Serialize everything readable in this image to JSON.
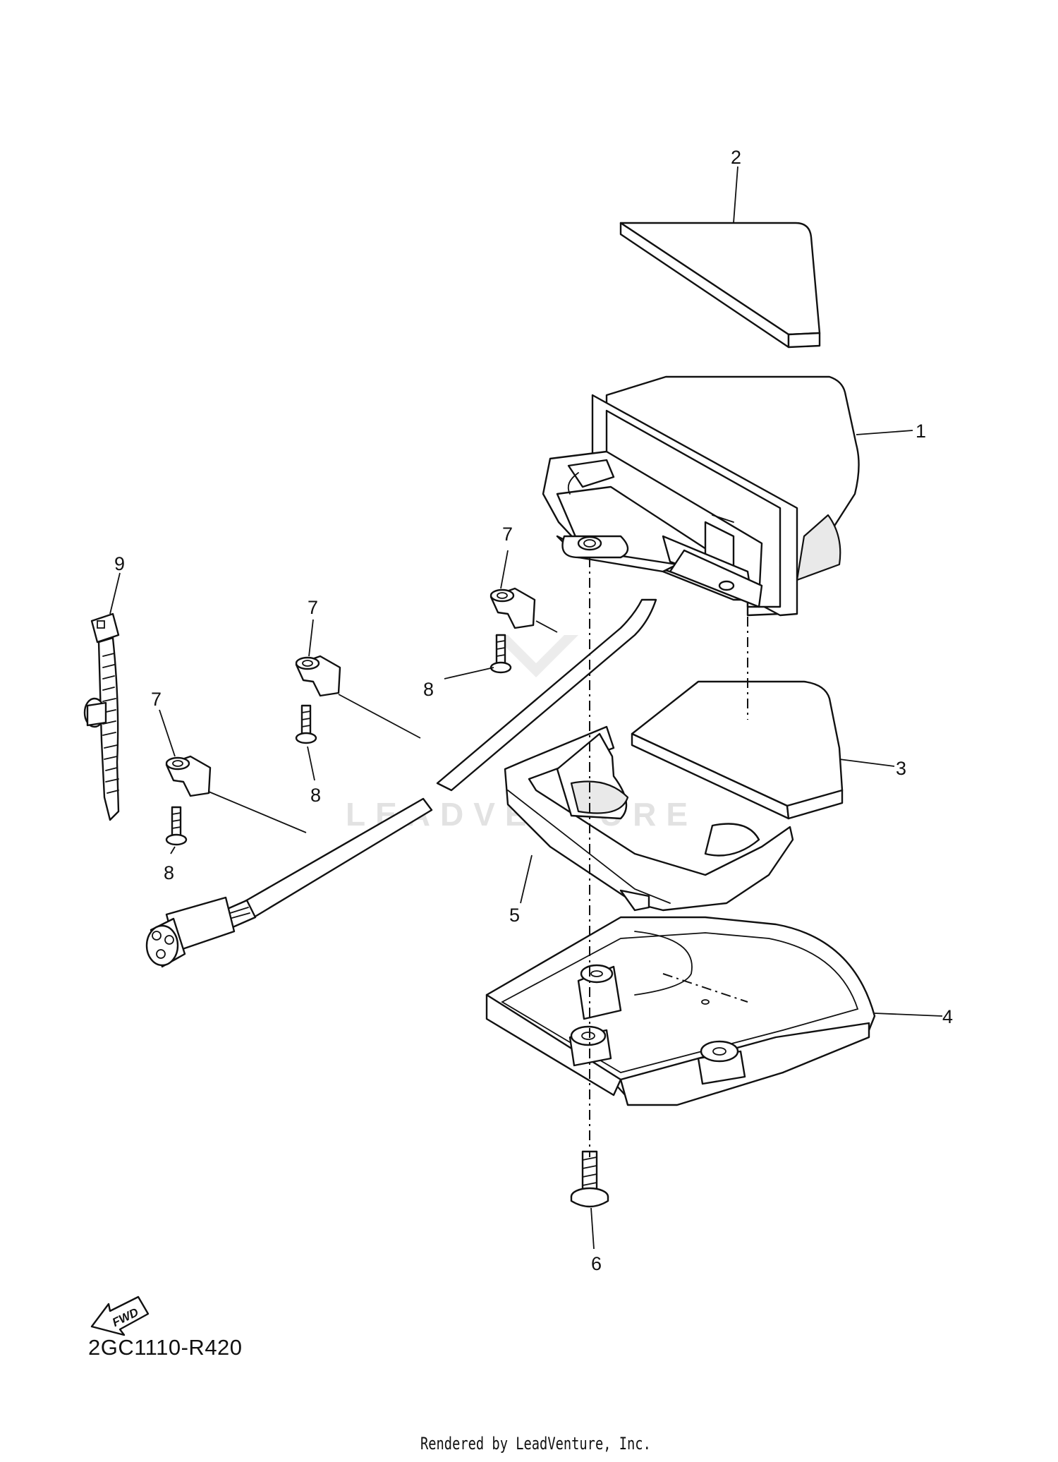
{
  "callouts": {
    "c1": "1",
    "c2": "2",
    "c3": "3",
    "c4": "4",
    "c5": "5",
    "c6": "6",
    "c7a": "7",
    "c7b": "7",
    "c7c": "7",
    "c8a": "8",
    "c8b": "8",
    "c8c": "8",
    "c9": "9"
  },
  "fwd_label": "FWD",
  "diagram_code": "2GC1110-R420",
  "credit": "Rendered by LeadVenture, Inc.",
  "watermark": "LEADVENTURE"
}
